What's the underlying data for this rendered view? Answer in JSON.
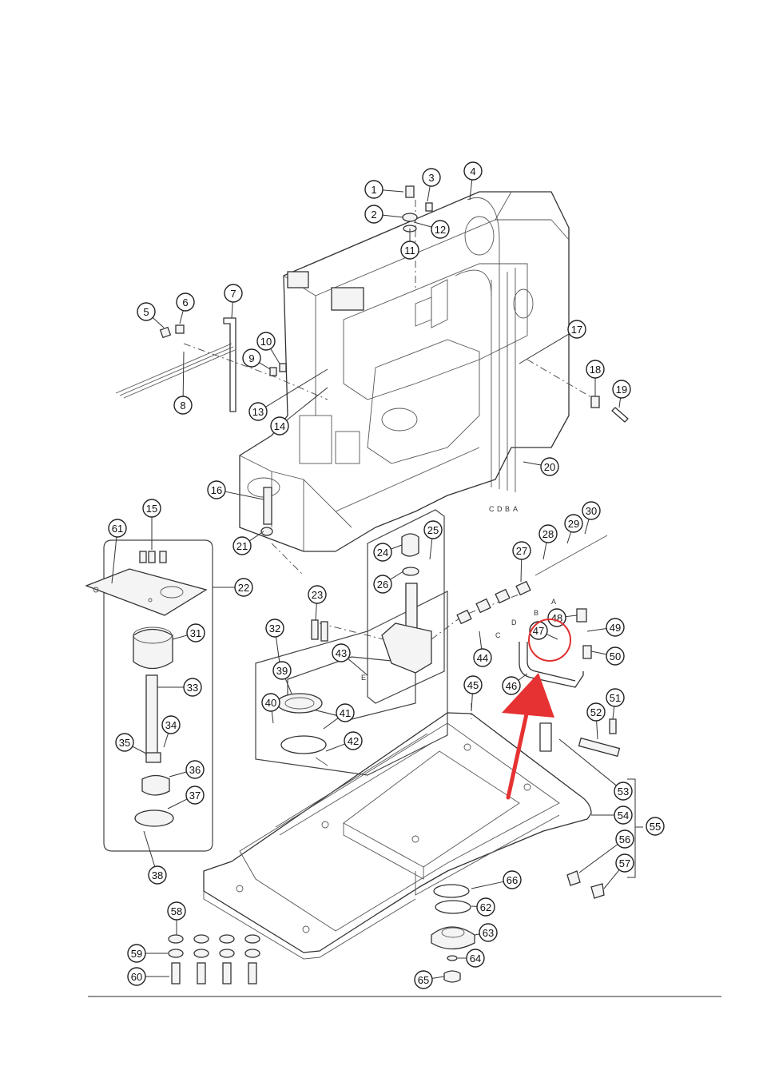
{
  "diagram": {
    "callouts": [
      {
        "label": "1"
      },
      {
        "label": "2"
      },
      {
        "label": "3"
      },
      {
        "label": "4"
      },
      {
        "label": "5"
      },
      {
        "label": "6"
      },
      {
        "label": "7"
      },
      {
        "label": "8"
      },
      {
        "label": "9"
      },
      {
        "label": "10"
      },
      {
        "label": "11"
      },
      {
        "label": "12"
      },
      {
        "label": "13"
      },
      {
        "label": "14"
      },
      {
        "label": "15"
      },
      {
        "label": "16"
      },
      {
        "label": "17"
      },
      {
        "label": "18"
      },
      {
        "label": "19"
      },
      {
        "label": "20"
      },
      {
        "label": "21"
      },
      {
        "label": "22"
      },
      {
        "label": "23"
      },
      {
        "label": "24"
      },
      {
        "label": "25"
      },
      {
        "label": "26"
      },
      {
        "label": "27"
      },
      {
        "label": "28"
      },
      {
        "label": "29"
      },
      {
        "label": "30"
      },
      {
        "label": "31"
      },
      {
        "label": "32"
      },
      {
        "label": "33"
      },
      {
        "label": "34"
      },
      {
        "label": "35"
      },
      {
        "label": "36"
      },
      {
        "label": "37"
      },
      {
        "label": "38"
      },
      {
        "label": "39"
      },
      {
        "label": "40"
      },
      {
        "label": "41"
      },
      {
        "label": "42"
      },
      {
        "label": "43"
      },
      {
        "label": "44"
      },
      {
        "label": "45"
      },
      {
        "label": "46"
      },
      {
        "label": "47"
      },
      {
        "label": "48"
      },
      {
        "label": "49"
      },
      {
        "label": "50"
      },
      {
        "label": "51"
      },
      {
        "label": "52"
      },
      {
        "label": "53"
      },
      {
        "label": "54"
      },
      {
        "label": "55"
      },
      {
        "label": "56"
      },
      {
        "label": "57"
      },
      {
        "label": "58"
      },
      {
        "label": "59"
      },
      {
        "label": "60"
      },
      {
        "label": "61"
      },
      {
        "label": "62"
      },
      {
        "label": "63"
      },
      {
        "label": "64"
      },
      {
        "label": "65"
      },
      {
        "label": "66"
      }
    ],
    "tube_letters": [
      "C",
      "D",
      "B",
      "A"
    ],
    "connector_letters": [
      "A",
      "B",
      "C",
      "D",
      "E"
    ],
    "highlight": {
      "target_part": "47",
      "circle_color": "#e03030",
      "arrow_color": "#e63232"
    },
    "line_color": "#333333"
  }
}
